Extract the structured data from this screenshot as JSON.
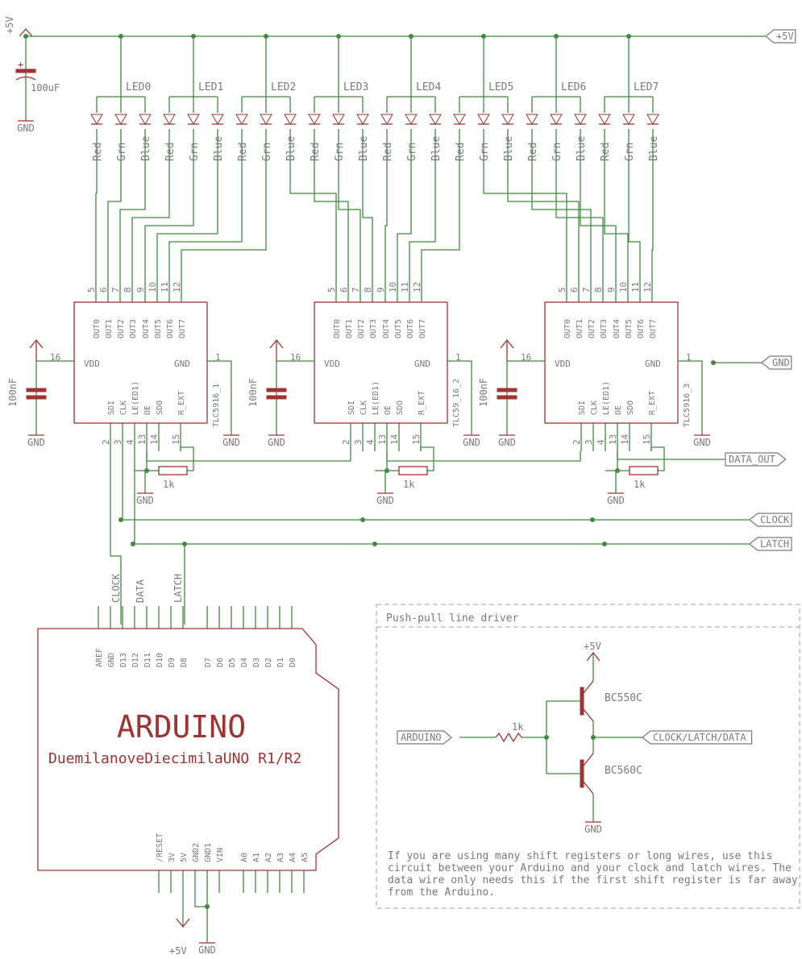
{
  "power": {
    "vcc": "+5V",
    "gnd": "GND",
    "bulk_cap": "100uF"
  },
  "leds": {
    "names": [
      "LED0",
      "LED1",
      "LED2",
      "LED3",
      "LED4",
      "LED5",
      "LED6",
      "LED7"
    ],
    "color_labels": [
      "Red",
      "Grn",
      "Blue"
    ]
  },
  "chips": [
    {
      "name": "TLC5916_1",
      "cap": "100nF",
      "resistor": "1k"
    },
    {
      "name": "TLC59_16_2",
      "cap": "100nF",
      "resistor": "1k"
    },
    {
      "name": "TLC5916_3",
      "cap": "100nF",
      "resistor": "1k"
    }
  ],
  "chip_pins": {
    "top_numbers": [
      "5",
      "6",
      "7",
      "8",
      "9",
      "10",
      "11",
      "12"
    ],
    "top_names": [
      "OUT0",
      "OUT1",
      "OUT2",
      "OUT3",
      "OUT4",
      "OUT5",
      "OUT6",
      "OUT7"
    ],
    "vdd": "VDD",
    "vdd_num": "16",
    "gnd": "GND",
    "gnd_num": "1",
    "bottom_names": [
      "SDI",
      "CLK",
      "LE(ED1)",
      "OE",
      "SDO",
      "R_EXT"
    ],
    "bottom_numbers": [
      "2",
      "3",
      "4",
      "13",
      "14",
      "15"
    ]
  },
  "nets": {
    "gnd": "GND",
    "data_out": "DATA_OUT",
    "clock": "CLOCK",
    "latch": "LATCH"
  },
  "arduino": {
    "title": "ARDUINO",
    "subtitle": "DuemilanoveDiecimilaUNO R1/R2",
    "wire_labels": [
      "CLOCK",
      "DATA",
      "LATCH"
    ],
    "top_pins": [
      "AREF",
      "GND",
      "D13",
      "D12",
      "D11",
      "D10",
      "D9",
      "D8",
      "D7",
      "D6",
      "D5",
      "D4",
      "D3",
      "D2",
      "D1",
      "D0"
    ],
    "bottom_pins": [
      "/RESET",
      "3V",
      "5V",
      "GND2",
      "GND1",
      "VIN",
      "A0",
      "A1",
      "A2",
      "A3",
      "A4",
      "A5"
    ],
    "vcc": "+5V",
    "gnd": "GND"
  },
  "driver": {
    "title": "Push-pull line driver",
    "vcc": "+5V",
    "npn": "BC550C",
    "pnp": "BC560C",
    "resistor": "1k",
    "input": "ARDUINO",
    "output": "CLOCK/LATCH/DATA",
    "gnd": "GND",
    "note": "If you are using many shift registers or long wires, use this circuit between your Arduino and your clock and latch wires. The data wire only needs this if the first shift register is far away from the Arduino."
  },
  "colors": {
    "wire": "#3f8b3f",
    "part": "#a03232",
    "text": "#7a7a7a"
  }
}
